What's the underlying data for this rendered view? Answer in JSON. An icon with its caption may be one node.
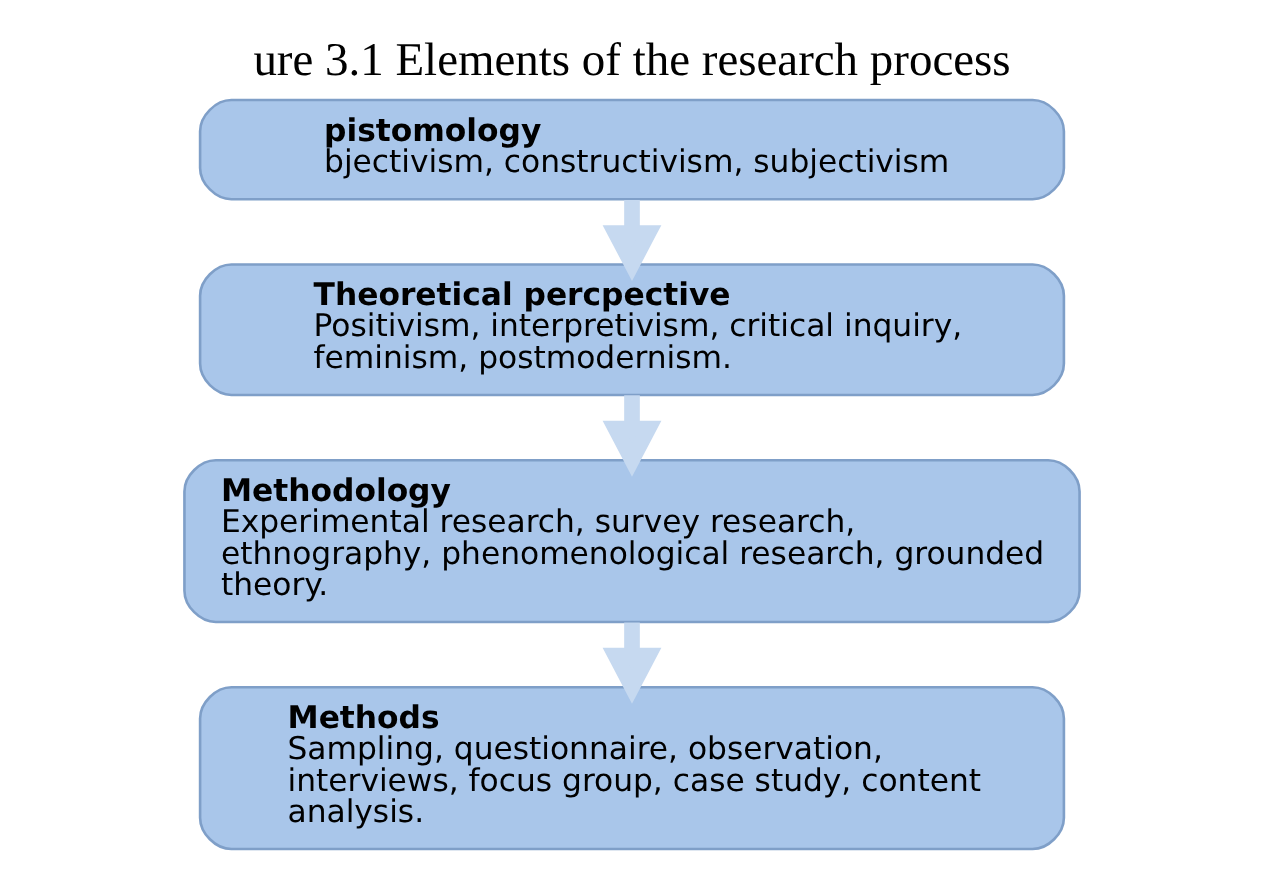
{
  "diagram": {
    "title": "ure 3.1 Elements of the research process",
    "nodes": [
      {
        "text": [
          "pistomology",
          "bjectivism, constructivism, subjectivism"
        ]
      },
      {
        "text": [
          "Theoretical percpective",
          "Positivism, interpretivism, critical inquiry, feminism, postmodernism."
        ]
      },
      {
        "text": [
          "Methodology",
          "Experimental research, survey research, ethnography, phenomenological research, grounded theory."
        ]
      },
      {
        "text": [
          "Methods",
          "Sampling, questionnaire, observation, interviews, focus group, case study, content analysis."
        ]
      }
    ],
    "edges": [
      {
        "from": 0,
        "to": 1,
        "arrow": "to"
      },
      {
        "from": 1,
        "to": 2,
        "arrow": "to"
      },
      {
        "from": 2,
        "to": 3,
        "arrow": "to"
      }
    ]
  }
}
